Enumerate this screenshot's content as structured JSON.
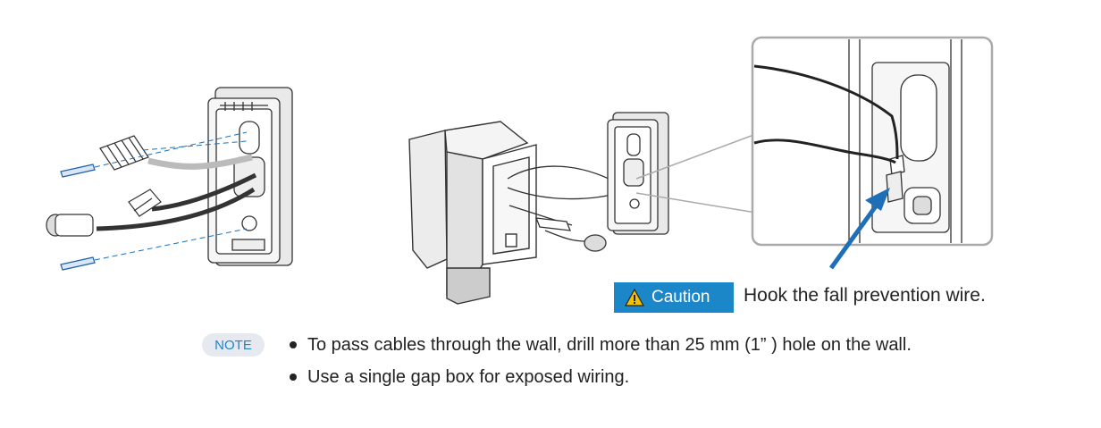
{
  "caution": {
    "label": "Caution",
    "icon": "warning-icon",
    "text": "Hook the fall prevention wire."
  },
  "note": {
    "label": "NOTE",
    "items": [
      "To pass cables through the wall, drill more than 25 mm (1” ) hole on the wall.",
      "Use a single gap box for exposed wiring."
    ]
  },
  "colors": {
    "accent": "#1b86c8",
    "note_bg": "#e6eaf0",
    "arrow": "#1f6fb8",
    "inset_border": "#aaaaaa"
  }
}
